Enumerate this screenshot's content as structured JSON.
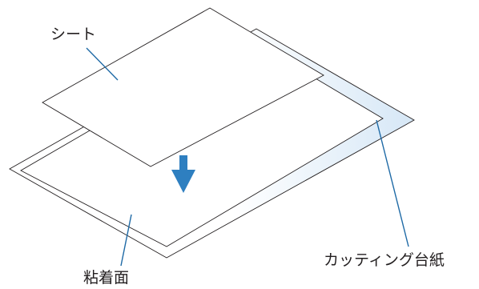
{
  "labels": {
    "sheet": "シート",
    "cutting_mat": "カッティング台紙",
    "adhesive_surface": "粘着面"
  },
  "colors": {
    "outline": "#231f20",
    "mat_blue": "#dbe9f6",
    "leader_line": "#1f6aa6",
    "arrow": "#2e7fc0"
  },
  "icons": {
    "arrow": "down-arrow-icon"
  }
}
